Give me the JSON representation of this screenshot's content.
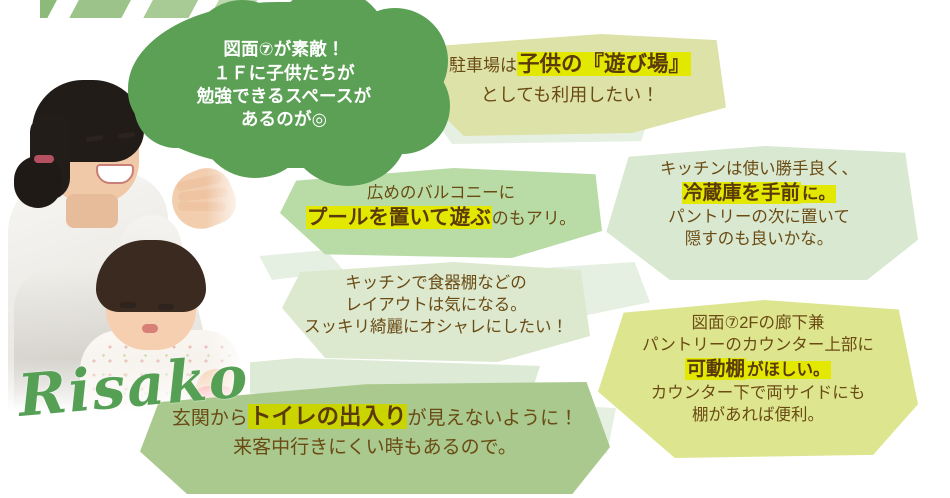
{
  "page": {
    "persona_name": "Risako",
    "colors": {
      "cloud_green": "#5ba055",
      "parking_bg": "#dde2a8",
      "kitchen_bg": "#d9e8d1",
      "balcony_bg": "#b9dca6",
      "layout_bg": "#dce9cf",
      "shelf_bg": "#dde68f",
      "toilet_bg": "#a9c98e",
      "highlight_yellow": "#e3e800",
      "highlight_yellow_dark": "#c9d400",
      "text_brown": "#6a4b14",
      "signature_green": "#56a055"
    }
  },
  "photo": {
    "alt_label": "母親と子供の写真"
  },
  "bubbles": {
    "cloud": {
      "lines": [
        "図面⑦が素敵！",
        "１Ｆに子供たちが",
        "勉強できるスペースが",
        "あるのが◎"
      ]
    },
    "parking": {
      "line1_pre": "駐車場は",
      "line1_em": "子供の『遊び場』",
      "line2": "としても利用したい！"
    },
    "balcony": {
      "line1": "広めのバルコニーに",
      "line2_em": "プールを置いて遊ぶ",
      "line2_post": "のもアリ。"
    },
    "kitchen": {
      "line1": "キッチンは使い勝手良く、",
      "line2_em": "冷蔵庫を手前",
      "line2_post": "に。",
      "line3": "パントリーの次に置いて",
      "line4": "隠すのも良いかな。"
    },
    "layout": {
      "line1": "キッチンで食器棚などの",
      "line2": "レイアウトは気になる。",
      "line3": "スッキリ綺麗にオシャレにしたい！"
    },
    "shelf": {
      "line1": "図面⑦2Fの廊下兼",
      "line2": "パントリーのカウンター上部に",
      "line3_em": "可動棚",
      "line3_post": "がほしい。",
      "line4": "カウンター下で両サイドにも",
      "line5": "棚があれば便利。"
    },
    "toilet": {
      "line1_pre": "玄関から",
      "line1_em": "トイレの出入り",
      "line1_post": "が見えないように！",
      "line2": "来客中行きにくい時もあるので。"
    }
  }
}
